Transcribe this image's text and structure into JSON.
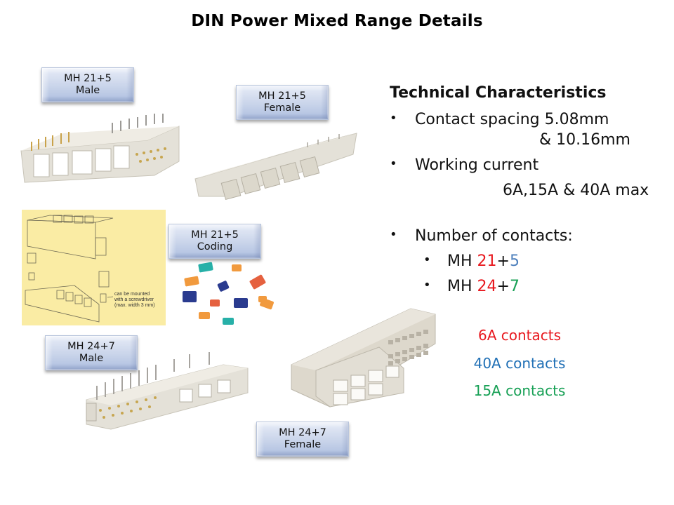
{
  "slide": {
    "title": "DIN Power Mixed Range Details"
  },
  "labels": {
    "mh215_male": {
      "line1": "MH 21+5",
      "line2": "Male"
    },
    "mh215_female": {
      "line1": "MH 21+5",
      "line2": "Female"
    },
    "mh215_coding": {
      "line1": "MH 21+5",
      "line2": "Coding"
    },
    "mh247_male": {
      "line1": "MH 24+7",
      "line2": "Male"
    },
    "mh247_female": {
      "line1": "MH 24+7",
      "line2": "Female"
    }
  },
  "diagram_note": {
    "line1": "can be mounted",
    "line2": "with a screwdriver",
    "line3": "(max. width 3 mm)"
  },
  "technical": {
    "heading": "Technical Characteristics",
    "bullets": [
      {
        "text": "Contact spacing  5.08mm",
        "continuation": "& 10.16mm"
      },
      {
        "text": "Working current",
        "continuation": "6A,15A & 40A max"
      },
      {
        "text": "Number of contacts:"
      }
    ],
    "sub_bullets": [
      {
        "prefix": "MH ",
        "first": "21",
        "plus": "+",
        "second": "5"
      },
      {
        "prefix": "MH ",
        "first": "24",
        "plus": "+",
        "second": "7"
      }
    ]
  },
  "legend": [
    {
      "text": "6A contacts",
      "color": "#e8191f"
    },
    {
      "text": "40A contacts",
      "color": "#1f6fb5"
    },
    {
      "text": "15A contacts",
      "color": "#17a055"
    }
  ],
  "colors": {
    "red": "#e8191f",
    "blue_5": "#4f81bd",
    "green_7": "#17a055"
  }
}
